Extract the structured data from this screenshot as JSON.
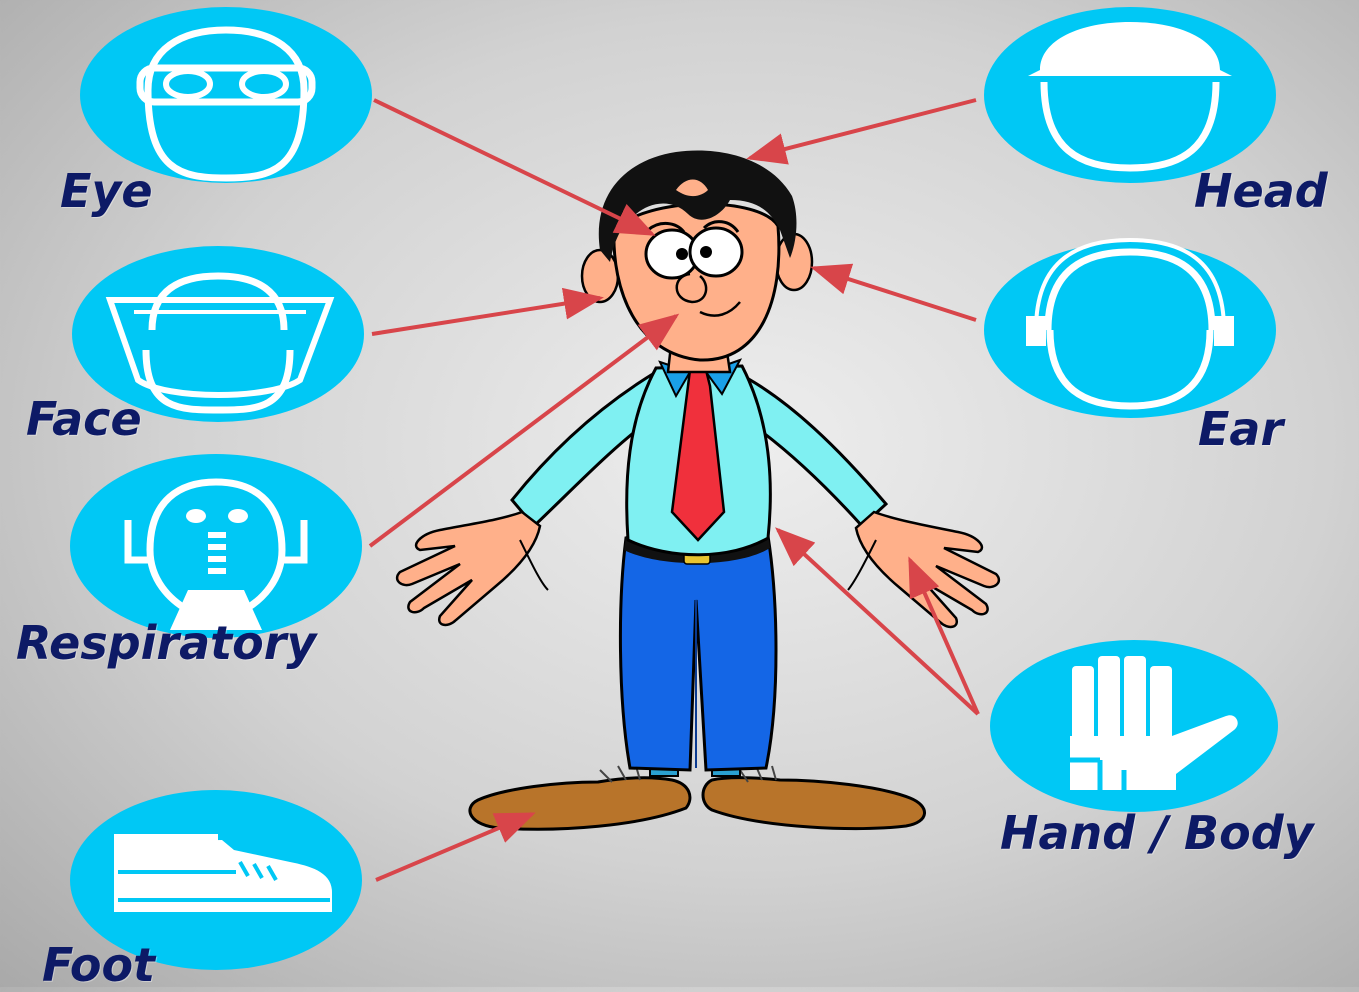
{
  "labels": {
    "eye": "Eye",
    "face": "Face",
    "respiratory": "Respiratory",
    "foot": "Foot",
    "head": "Head",
    "ear": "Ear",
    "hand_body": "Hand / Body"
  },
  "icons": {
    "eye": "safety-goggles-icon",
    "face": "face-shield-icon",
    "respiratory": "respirator-mask-icon",
    "foot": "safety-shoe-icon",
    "head": "hard-hat-icon",
    "ear": "ear-muffs-icon",
    "hand_body": "glove-icon"
  },
  "colors": {
    "icon_fill": "#00c8f5",
    "label": "#0d1a66",
    "arrow": "#d8454a",
    "shirt": "#7ff0f2",
    "tie": "#f0303c",
    "pants": "#1466e6",
    "shoes": "#b8742a",
    "skin": "#ffb08a"
  }
}
